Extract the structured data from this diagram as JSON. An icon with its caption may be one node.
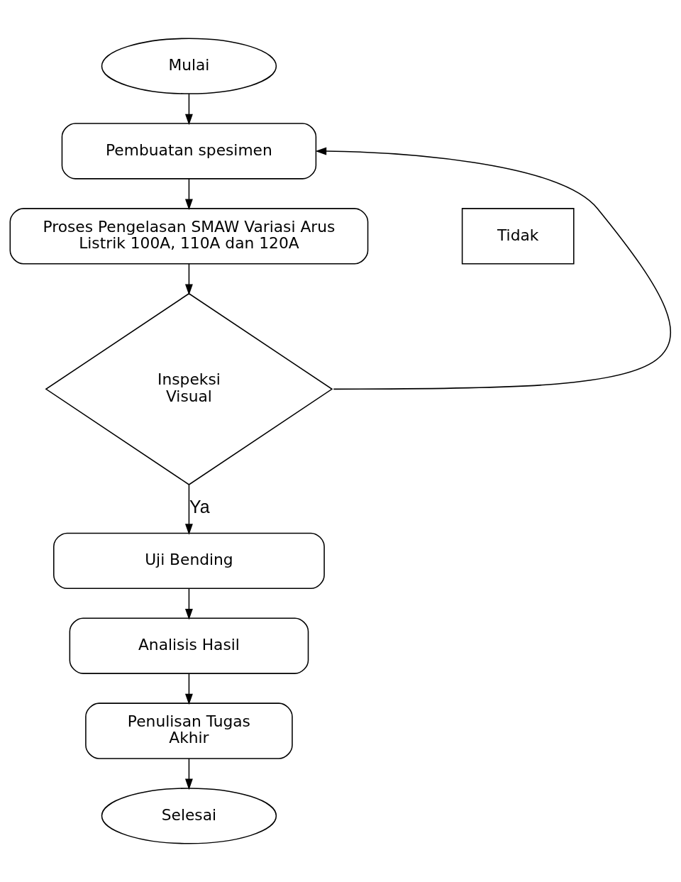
{
  "diagram": {
    "nodes": [
      {
        "text": [
          "Mulai"
        ]
      },
      {
        "text": [
          "Pembuatan spesimen"
        ]
      },
      {
        "text": [
          "Proses Pengelasan SMAW Variasi Arus Listrik 100A, 110A dan 120A"
        ]
      },
      {
        "text": [
          "Inspeksi Visual"
        ]
      },
      {
        "text": [
          "Uji Bending"
        ]
      },
      {
        "text": [
          "Analisis Hasil"
        ]
      },
      {
        "text": [
          "Penulisan Tugas Akhir"
        ]
      },
      {
        "text": [
          "Selesai"
        ]
      },
      {
        "text": [
          "Tidak"
        ]
      }
    ],
    "edges": [
      {
        "from": 0,
        "to": 1,
        "arrow": "to"
      },
      {
        "from": 1,
        "to": 2,
        "arrow": "to"
      },
      {
        "from": 2,
        "to": 3,
        "arrow": "to"
      },
      {
        "from": 3,
        "to": 1,
        "arrow": "to"
      },
      {
        "from": 3,
        "to": 4,
        "label": "Ya",
        "arrow": "to"
      },
      {
        "from": 4,
        "to": 5,
        "arrow": "to"
      },
      {
        "from": 5,
        "to": 6,
        "arrow": "to"
      },
      {
        "from": 6,
        "to": 7,
        "arrow": "to"
      }
    ]
  }
}
